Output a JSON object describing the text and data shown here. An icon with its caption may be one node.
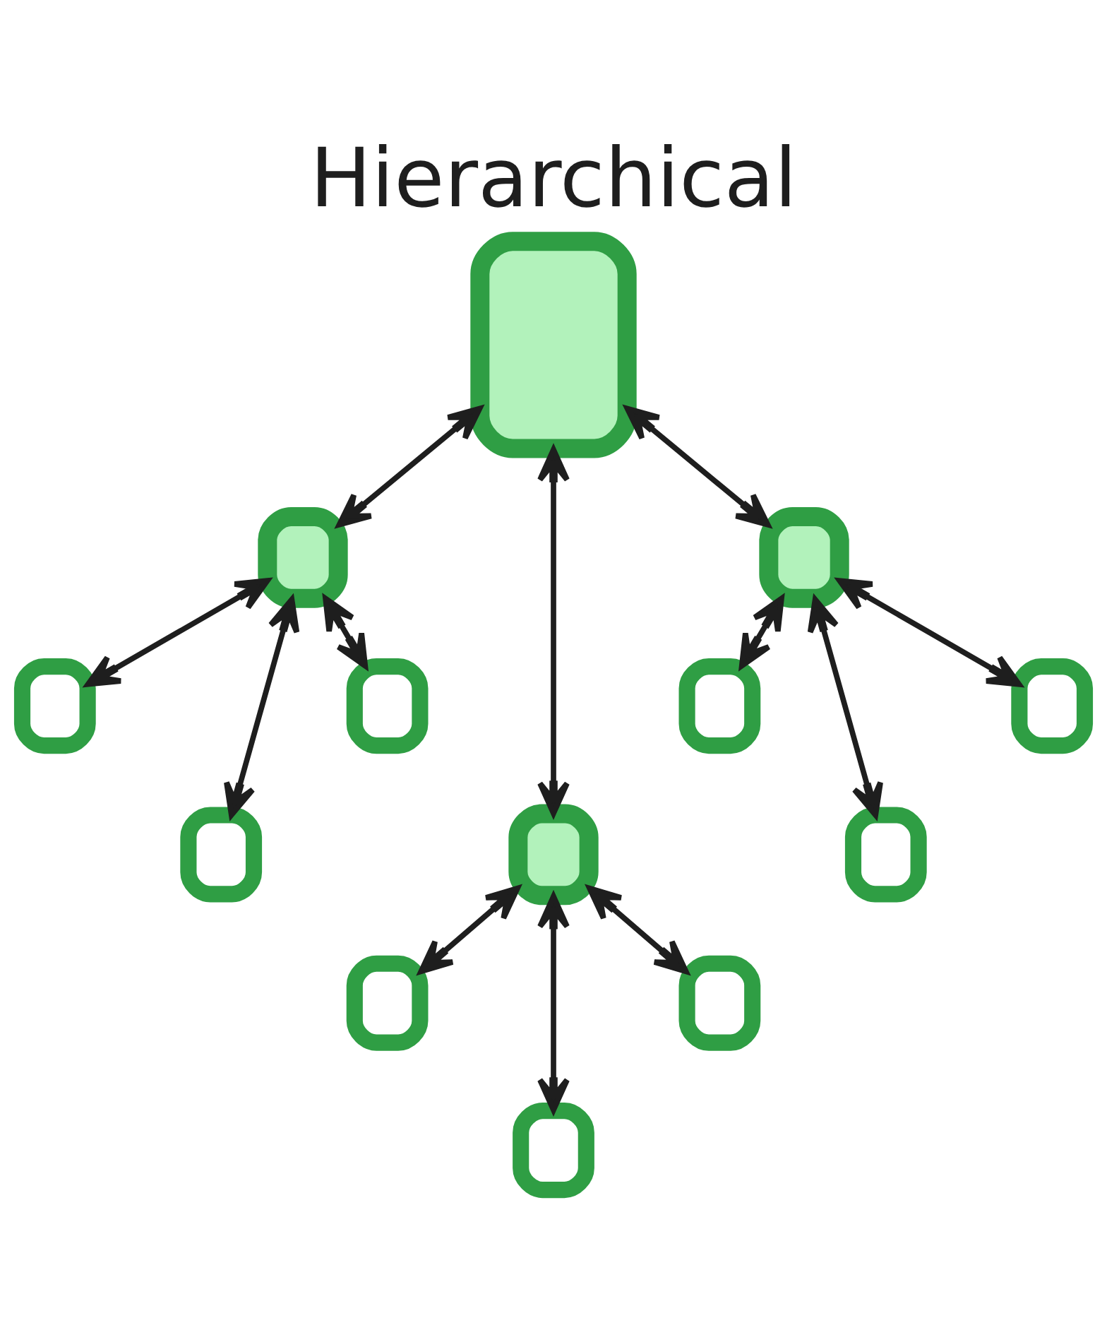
{
  "diagram": {
    "title": "Hierarchical",
    "nodes": [
      {
        "text": [],
        "shape": "box"
      },
      {
        "text": [],
        "shape": "box"
      },
      {
        "text": [],
        "shape": "box"
      },
      {
        "text": [],
        "shape": "box"
      },
      {
        "text": [],
        "shape": "box"
      },
      {
        "text": [],
        "shape": "box"
      },
      {
        "text": [],
        "shape": "box"
      },
      {
        "text": [],
        "shape": "box"
      },
      {
        "text": [],
        "shape": "box"
      },
      {
        "text": [],
        "shape": "box"
      },
      {
        "text": [],
        "shape": "box"
      },
      {
        "text": [],
        "shape": "box"
      },
      {
        "text": [],
        "shape": "box"
      }
    ],
    "edges": [
      {
        "from": 0,
        "to": 1,
        "arrow": "both"
      },
      {
        "from": 0,
        "to": 2,
        "arrow": "both"
      },
      {
        "from": 0,
        "to": 3,
        "arrow": "both"
      },
      {
        "from": 1,
        "to": 4,
        "arrow": "both"
      },
      {
        "from": 1,
        "to": 5,
        "arrow": "both"
      },
      {
        "from": 1,
        "to": 6,
        "arrow": "both"
      },
      {
        "from": 2,
        "to": 7,
        "arrow": "both"
      },
      {
        "from": 2,
        "to": 8,
        "arrow": "both"
      },
      {
        "from": 2,
        "to": 9,
        "arrow": "both"
      },
      {
        "from": 3,
        "to": 10,
        "arrow": "both"
      },
      {
        "from": 3,
        "to": 11,
        "arrow": "both"
      },
      {
        "from": 3,
        "to": 12,
        "arrow": "both"
      }
    ]
  }
}
